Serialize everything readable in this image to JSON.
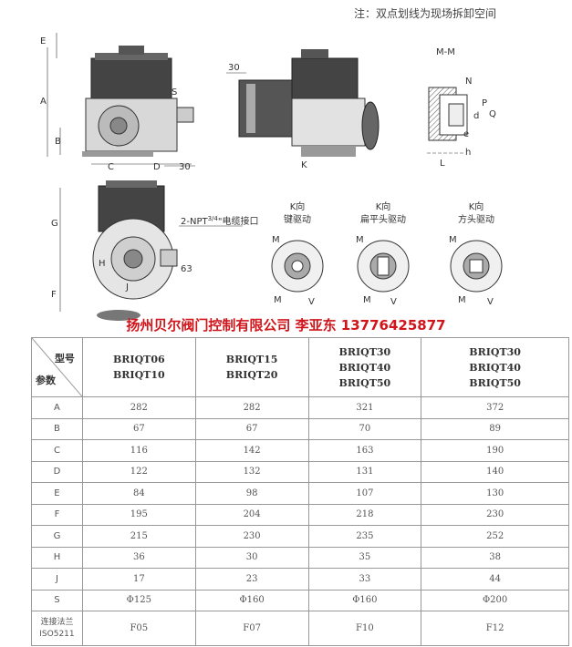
{
  "note": "注：双点划线为现场拆卸空间",
  "section_label": "M-M",
  "k_direction": "K",
  "connection_label": "2-NPT",
  "connection_fraction": "3/4",
  "connection_suffix": "\"电缆接口",
  "dim_labels": {
    "A": "A",
    "B": "B",
    "C": "C",
    "D": "D",
    "E": "E",
    "F": "F",
    "G": "G",
    "H": "H",
    "J": "J",
    "S": "S",
    "thirty_left": "30",
    "thirty_mid": "30",
    "sixtythree": "63",
    "N": "N",
    "P": "P",
    "d": "d",
    "Q": "Q",
    "e": "e",
    "L": "L",
    "h": "h",
    "M": "M",
    "V": "V"
  },
  "views": [
    {
      "title": "K向",
      "subtitle": "键驱动"
    },
    {
      "title": "K向",
      "subtitle": "扁平头驱动"
    },
    {
      "title": "K向",
      "subtitle": "方头驱动"
    }
  ],
  "company": "扬州贝尔阀门控制有限公司 李亚东 13776425877",
  "table": {
    "corner_model": "型号",
    "corner_param": "参数",
    "headers": [
      [
        "BRIQT06",
        "BRIQT10"
      ],
      [
        "BRIQT15",
        "BRIQT20"
      ],
      [
        "BRIQT30",
        "BRIQT40",
        "BRIQT50"
      ],
      [
        "BRIQT30",
        "BRIQT40",
        "BRIQT50"
      ]
    ],
    "rows": [
      {
        "label": "A",
        "values": [
          "282",
          "282",
          "321",
          "372"
        ]
      },
      {
        "label": "B",
        "values": [
          "67",
          "67",
          "70",
          "89"
        ]
      },
      {
        "label": "C",
        "values": [
          "116",
          "142",
          "163",
          "190"
        ]
      },
      {
        "label": "D",
        "values": [
          "122",
          "132",
          "131",
          "140"
        ]
      },
      {
        "label": "E",
        "values": [
          "84",
          "98",
          "107",
          "130"
        ]
      },
      {
        "label": "F",
        "values": [
          "195",
          "204",
          "218",
          "230"
        ]
      },
      {
        "label": "G",
        "values": [
          "215",
          "230",
          "235",
          "252"
        ]
      },
      {
        "label": "H",
        "values": [
          "36",
          "30",
          "35",
          "38"
        ]
      },
      {
        "label": "J",
        "values": [
          "17",
          "23",
          "33",
          "44"
        ]
      },
      {
        "label": "S",
        "values": [
          "Φ125",
          "Φ160",
          "Φ160",
          "Φ200"
        ]
      }
    ],
    "last_row": {
      "label_line1": "连接法兰",
      "label_line2": "ISO5211",
      "values": [
        "F05",
        "F07",
        "F10",
        "F12"
      ]
    }
  }
}
